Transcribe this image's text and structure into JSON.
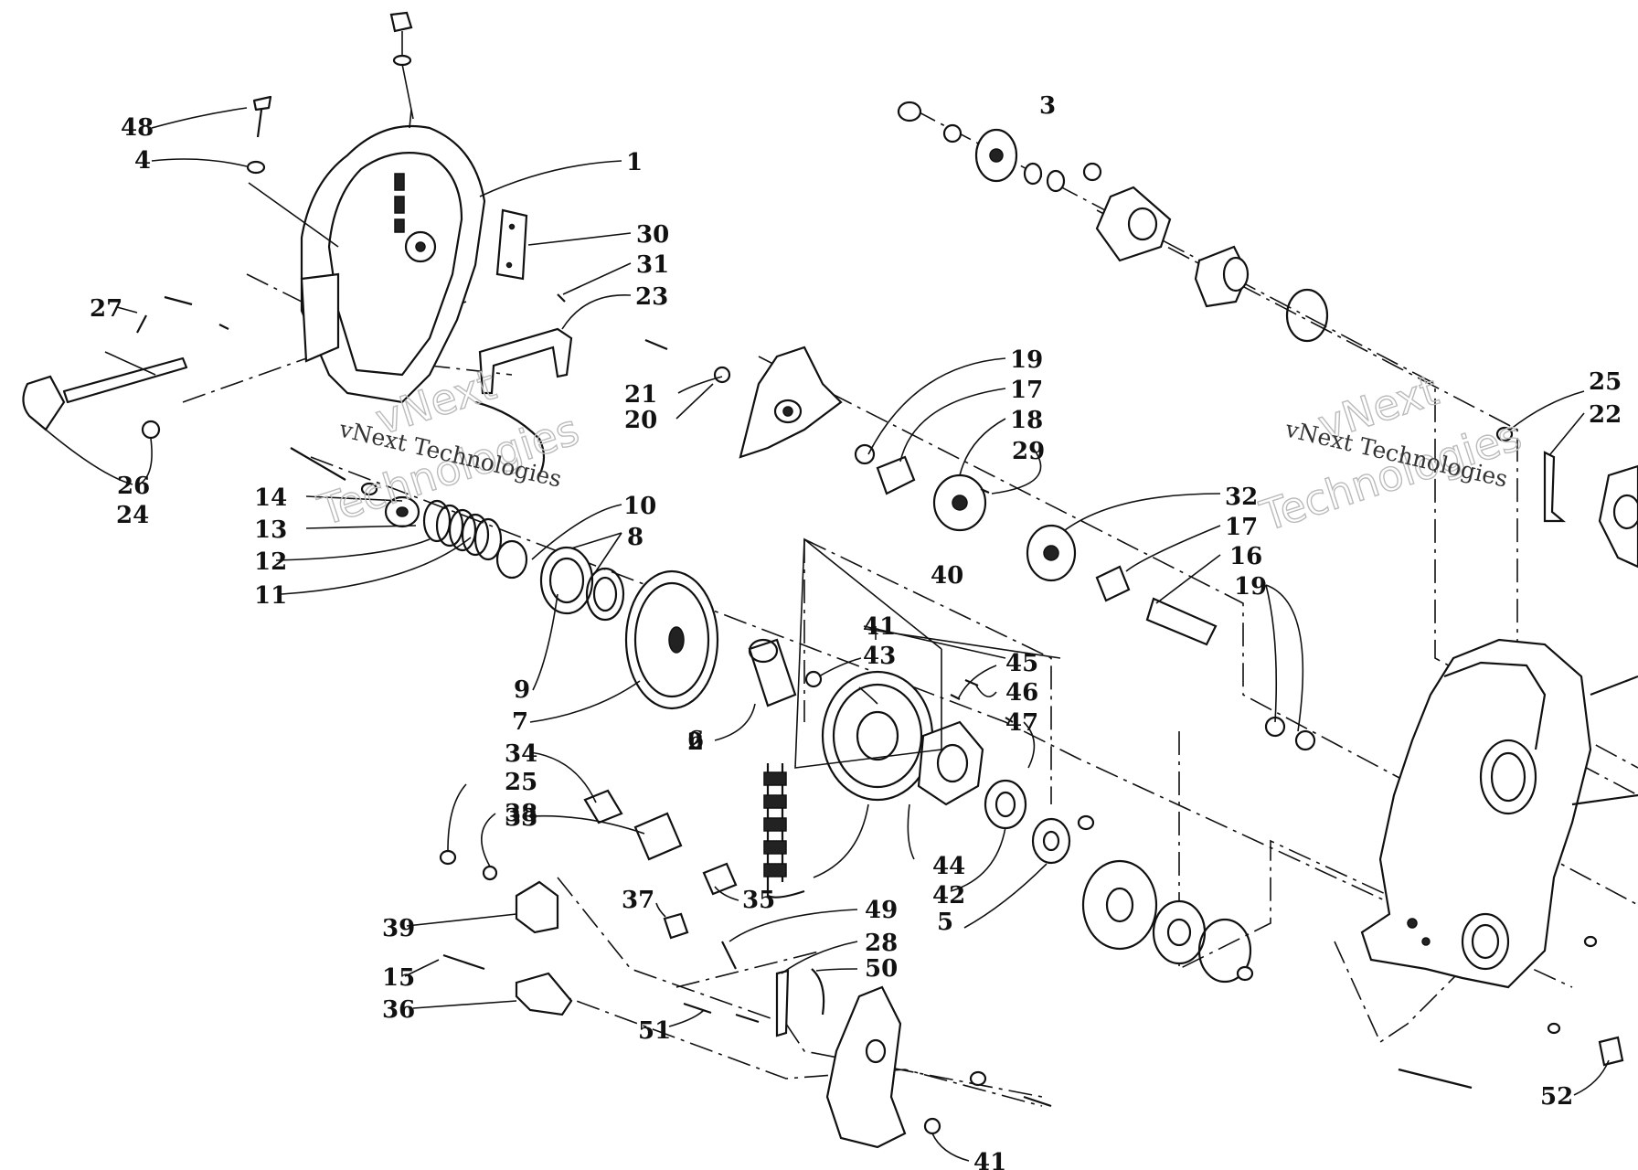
{
  "watermark": {
    "company": "vNext Technologies",
    "brand": "vNext",
    "sub": "Technologies"
  },
  "callouts": [
    "1",
    "2",
    "3",
    "4",
    "5",
    "6",
    "7",
    "8",
    "9",
    "10",
    "11",
    "12",
    "13",
    "14",
    "15",
    "16",
    "17",
    "18",
    "19",
    "20",
    "21",
    "22",
    "23",
    "24",
    "25",
    "26",
    "27",
    "28",
    "29",
    "30",
    "31",
    "32",
    "33",
    "34",
    "35",
    "36",
    "37",
    "38",
    "39",
    "40",
    "41",
    "42",
    "43",
    "44",
    "45",
    "46",
    "47",
    "48",
    "49",
    "50",
    "51",
    "52"
  ],
  "colors": {
    "ink": "#111111",
    "paper": "#ffffff",
    "watermark_outline": "#bbbbbb"
  }
}
